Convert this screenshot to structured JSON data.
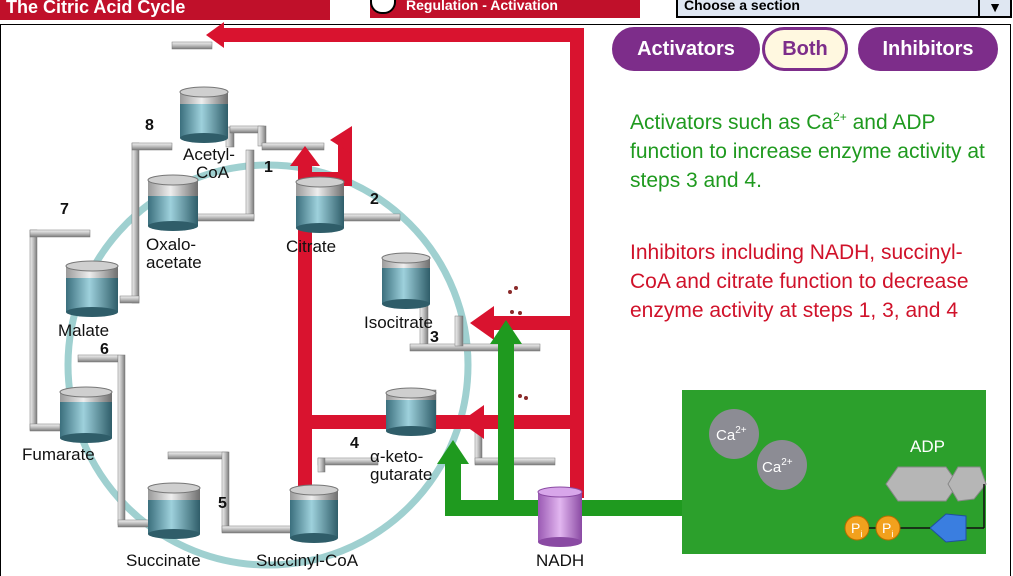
{
  "header": {
    "title": "The Citric Acid Cycle",
    "nav_label": "Regulation - Activation",
    "section_select": "Choose a section"
  },
  "toggle": {
    "activators": "Activators",
    "both": "Both",
    "inhibitors": "Inhibitors"
  },
  "info": {
    "activators_pre": "Activators such as Ca",
    "activators_sup": "2+",
    "activators_post": " and ADP function to increase enzyme activity at steps 3 and 4.",
    "inhibitors": "Inhibitors including NADH, succinyl-CoA  and citrate function to decrease enzyme activity at steps 1, 3, and 4"
  },
  "cycle": {
    "steps": [
      "1",
      "2",
      "3",
      "4",
      "5",
      "6",
      "7",
      "8"
    ],
    "metabolites": {
      "acetyl_coa_1": "Acetyl-",
      "acetyl_coa_2": "CoA",
      "citrate": "Citrate",
      "isocitrate": "Isocitrate",
      "akg_1": "α-keto-",
      "akg_2": "gutarate",
      "succinyl_coa": "Succinyl-CoA",
      "succinate": "Succinate",
      "fumarate": "Fumarate",
      "malate": "Malate",
      "oxalo_1": "Oxalo-",
      "oxalo_2": "acetate"
    }
  },
  "nadh_label": "NADH",
  "activator_panel": {
    "ca": "Ca",
    "ca_sup": "2+",
    "adp": "ADP",
    "pi": "P",
    "pi_sub": "i"
  },
  "colors": {
    "inhibitor_arrow": "#d9132f",
    "activator_arrow": "#1f9a1f",
    "toggle_purple": "#7d2d8a",
    "cycle_ring": "#9fd0d0",
    "panel_green": "#2ca02c"
  }
}
